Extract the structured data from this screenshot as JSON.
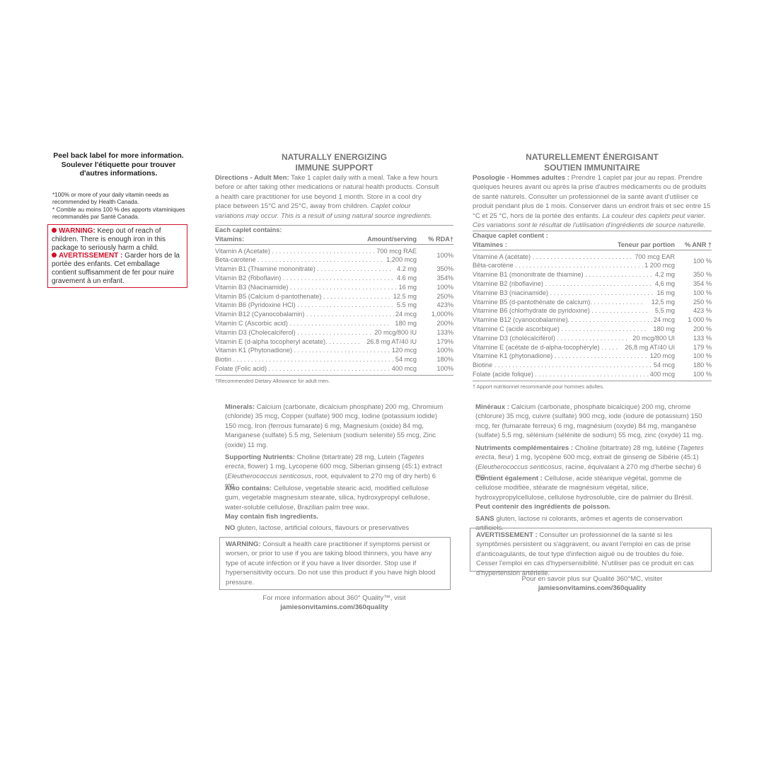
{
  "left": {
    "peel_en": "Peel back label for more information.",
    "peel_fr_1": "Soulever l'étiquette pour trouver",
    "peel_fr_2": "d'autres informations.",
    "note_en": "*100% or more of your daily vitamin needs as recommended by Health Canada.",
    "note_fr": "* Comble au moins 100 % des apports vitaminiques recommandés par Santé Canada.",
    "warning_label": "WARNING:",
    "warning_text": " Keep out of reach of children. There is enough iron in this package to seriously harm a child.",
    "avert_label": "AVERTISSEMENT :",
    "avert_text": " Garder hors de la portée des enfants. Cet emballage contient suffisamment de fer pour nuire gravement à un enfant."
  },
  "en": {
    "title_1": "NATURALLY ENERGIZING",
    "title_2": "IMMUNE SUPPORT",
    "directions_label": "Directions - Adult Men:",
    "directions_text": " Take 1 caplet daily with a meal. Take a few hours before or after taking other medications or natural health products. Consult a health care practitioner for use beyond 1 month. Store in a cool dry place between 15°C and 25°C, away from children. ",
    "directions_italic": "Caplet colour variations may occur. This is a result of using natural source ingredients.",
    "table_header": "Each caplet contains:",
    "col_vitamins": "Vitamins:",
    "col_amount": "Amount/serving",
    "col_pct": "% RDA†",
    "rows": [
      {
        "name": "Vitamin A (Acetate) . . . . . . . . . . . . . . . . . . . . . . . . . . . . . . .",
        "amount": "700 mcg RAE",
        "pct": ""
      },
      {
        "name": "Beta-carotene . . . . . . . . . . . . . . . . . . . . . . . . . . . . . . . . . . . . . .",
        "amount": "1,200 mcg",
        "pct": ""
      },
      {
        "name": "Vitamin B1 (Thiamine mononitrate) . . . . . . . . . . . . . . . . . . . . .",
        "amount": "4.2 mg",
        "pct": "350%"
      },
      {
        "name": "Vitamin B2 (Riboflavin) . . . . . . . . . . . . . . . . . . . . . . . . . . . . . . .",
        "amount": "4.6 mg",
        "pct": "354%"
      },
      {
        "name": "Vitamin B3 (Niacinamide) . . . . . . . . . . . . . . . . . . . . . . . . . . . . . .",
        "amount": "16 mg",
        "pct": "100%"
      },
      {
        "name": "Vitamin B5 (Calcium d-pantothenate) . . . . . . . . . . . . . . . . . . .",
        "amount": "12.5 mg",
        "pct": "250%"
      },
      {
        "name": "Vitamin B6 (Pyridoxine HCl) . . . . . . . . . . . . . . . . . . . . . . . . . . .",
        "amount": "5.5 mg",
        "pct": "423%"
      },
      {
        "name": "Vitamin B12 (Cyanocobalamin) . . . . . . . . . . . . . . . . . . . . . . . . .",
        "amount": "24 mcg",
        "pct": "1,000%"
      },
      {
        "name": "Vitamin C (Ascorbic acid) . . . . . . . . . . . . . . . . . . . . . . . . . . . .",
        "amount": "180 mg",
        "pct": "200%"
      },
      {
        "name": "Vitamin D3 (Cholecalciferol) . . . . . . . . . . . . . . . . . . . . . .",
        "amount": "20 mcg/800 IU",
        "pct": "133%"
      },
      {
        "name": "Vitamin E (d-alpha tocopheryl acetate). . . . . . . . . .",
        "amount": "26.8 mg AT/40 IU",
        "pct": "179%"
      },
      {
        "name": "Vitamin K1 (Phytonadione) . . . . . . . . . . . . . . . . . . . . . . . . . . . .",
        "amount": "120 mcg",
        "pct": "100%"
      },
      {
        "name": "Biotin . . . . . . . . . . . . . . . . . . . . . . . . . . . . . . . . . . . . . . . . . . . . . . . . .",
        "amount": "54 mcg",
        "pct": "180%"
      },
      {
        "name": "Folate (Folic acid) . . . . . . . . . . . . . . . . . . . . . . . . . . . . . . . . . . .",
        "amount": "400 mcg",
        "pct": "100%"
      }
    ],
    "vit_a_pct": "100%",
    "footnote": "†Recommended Dietary Allowance for adult men.",
    "minerals_label": "Minerals:",
    "minerals_text": " Calcium (carbonate, dicalcium phosphate) 200 mg, Chromium (chloride) 35 mcg, Copper (sulfate) 900 mcg, Iodine (potassium iodide) 150 mcg, Iron (ferrous fumarate) 6 mg, Magnesium (oxide) 84 mg, Manganese (sulfate) 5.5 mg, Selenium (sodium selenite) 55 mcg, Zinc (oxide) 11 mg.",
    "supporting_label": "Supporting Nutrients:",
    "supporting_text_1": " Choline (bitartrate) 28 mg, Lutein (",
    "supporting_italic_1": "Tagetes erecta",
    "supporting_text_2": ", flower) 1 mg, Lycopene 600 mcg, Siberian ginseng (45:1) extract (",
    "supporting_italic_2": "Eleutherococcus senticosus",
    "supporting_text_3": ", root, equivalent to 270 mg of dry herb) 6 mg.",
    "also_label": "Also contains:",
    "also_text": " Cellulose, vegetable stearic acid, modified cellulose gum, vegetable magnesium stearate, silica, hydroxypropyl cellulose, water-soluble cellulose, Brazilian palm tree wax.",
    "fish": "May contain fish ingredients.",
    "no_label": "NO",
    "no_text": " gluten, lactose, artificial colours, flavours or preservatives",
    "warn_label": "WARNING:",
    "warn_text": " Consult a health care practitioner if symptoms persist or worsen, or prior to use if you are taking blood thinners, you have any type of acute infection or if you have a liver disorder. Stop use if hypersensitivity occurs. Do not use this product if you have high blood pressure.",
    "more_1": "For more information about 360° Quality™, visit",
    "more_2": "jamiesonvitamins.com/360quality"
  },
  "fr": {
    "title_1": "NATURELLEMENT ÉNERGISANT",
    "title_2": "SOUTIEN IMMUNITAIRE",
    "directions_label": "Posologie - Hommes adultes :",
    "directions_text": " Prendre 1 caplet par jour au repas. Prendre quelques heures avant ou après la prise d'autres médicaments ou de produits de santé naturels. Consulter un professionnel de la santé avant d'utiliser ce produit pendant plus de 1 mois. Conserver dans un endroit frais et sec entre 15 °C et 25 °C, hors de la portée des enfants. ",
    "directions_italic": "La couleur des caplets peut varier. Ces variations sont le résultat de l'utilisation d'ingrédients de source naturelle.",
    "table_header": "Chaque caplet contient :",
    "col_vitamins": "Vitamines :",
    "col_amount": "Teneur par portion",
    "col_pct": "% ANR †",
    "rows": [
      {
        "name": "Vitamine A (acétate) . . . . . . . . . . . . . . . . . . . . . . . . . . . . . . . .",
        "amount": "700 mcg EAR",
        "pct": ""
      },
      {
        "name": "Bêta-carotène . . . . . . . . . . . . . . . . . . . . . . . . . . . . . . . . . . . . . . .",
        "amount": "1 200 mcg",
        "pct": ""
      },
      {
        "name": "Vitamine B1 (mononitrate de thiamine) . . . . . . . . . . . . . . . . . . .",
        "amount": "4,2 mg",
        "pct": "350 %"
      },
      {
        "name": "Vitamine B2 (riboflavine) . . . . . . . . . . . . . . . . . . . . . . . . . . . . . .",
        "amount": "4,6 mg",
        "pct": "354 %"
      },
      {
        "name": "Vitamine B3 (niacinamide) . . . . . . . . . . . . . . . . . . . . . . . . . . . . . .",
        "amount": "16 mg",
        "pct": "100 %"
      },
      {
        "name": "Vitamine B5 (d-pantothénate de calcium). . . . . . . . . . . . . . .",
        "amount": "12,5 mg",
        "pct": "250 %"
      },
      {
        "name": "Vitamine B6 (chlorhydrate de pyridoxine) . . . . . . . . . . . . . . . .",
        "amount": "5,5 mg",
        "pct": "423 %"
      },
      {
        "name": "Vitamine B12 (cyanocobalamine). . . . . . . . . . . . . . . . . . . . . . . .",
        "amount": "24 mcg",
        "pct": "1 000 %"
      },
      {
        "name": "Vitamine C (acide ascorbique) . . . . . . . . . . . . . . . . . . . . . . . .",
        "amount": "180 mg",
        "pct": "200 %"
      },
      {
        "name": "Vitamine D3 (cholécalciférol) . . . . . . . . . . . . . . . . . . . .",
        "amount": "20 mcg/800 UI",
        "pct": "133 %"
      },
      {
        "name": "Vitamine E (acétate de d-alpha-tocophéryle) . . . . .",
        "amount": "26,8 mg AT/40 UI",
        "pct": "179 %"
      },
      {
        "name": "Vitamine K1 (phytonadione) . . . . . . . . . . . . . . . . . . . . . . . . . . .",
        "amount": "120 mcg",
        "pct": "100 %"
      },
      {
        "name": "Biotine . . . . . . . . . . . . . . . . . . . . . . . . . . . . . . . . . . . . . . . . . . . . . . .",
        "amount": "54 mcg",
        "pct": "180 %"
      },
      {
        "name": "Folate (acide folique) . . . . . . . . . . . . . . . . . . . . . . . . . . . . . . . .",
        "amount": "400 mcg",
        "pct": "100 %"
      }
    ],
    "vit_a_pct": "100 %",
    "footnote": "† Apport nutritionnel recommandé pour hommes adultes.",
    "minerals_label": "Minéraux :",
    "minerals_text": " Calcium (carbonate, phosphate bicalcique) 200 mg, chrome (chlorure) 35 mcg, cuivre (sulfate) 900 mcg, iode (iodure de potassium) 150 mcg, fer (fumarate ferreux) 6 mg, magnésium (oxyde) 84 mg, manganèse (sulfate) 5,5 mg, sélénium (sélénite de sodium) 55 mcg, zinc (oxyde) 11 mg.",
    "supporting_label": "Nutriments complémentaires :",
    "supporting_text_1": " Choline (bitartrate) 28 mg, lutéine (",
    "supporting_italic_1": "Tagetes erecta",
    "supporting_text_2": ", fleur) 1 mg, lycopène 600 mcg, extrait de ginseng de Sibérie (45:1) (",
    "supporting_italic_2": "Eleutherococcus senticosus",
    "supporting_text_3": ", racine, équivalant à 270 mg d'herbe sèche) 6 mg.",
    "also_label": "Contient également :",
    "also_text": " Cellulose, acide stéarique végétal, gomme de cellulose modifiée, stéarate de magnésium végétal, silice, hydroxypropylcellulose, cellulose hydrosoluble, cire de palmier du Brésil.",
    "fish": "Peut contenir des ingrédients de poisson.",
    "no_label": "SANS",
    "no_text": " gluten, lactose ni colorants, arômes et agents de conservation artificiels.",
    "warn_label": "AVERTISSEMENT :",
    "warn_text": " Consulter un professionnel de la santé si les symptômes persistent ou s'aggravent, ou avant l'emploi en cas de prise d'anticoagulants, de tout type d'infection aiguë ou de troubles du foie. Cesser l'emploi en cas d'hypersensibilité. N'utiliser pas ce produit en cas d'hypertension artérielle.",
    "more_1": "Pour en savoir plus sur Qualité 360°MC, visiter",
    "more_2": "jamiesonvitamins.com/360quality"
  },
  "colors": {
    "warning_red": "#d0102a",
    "text_grey": "#777777"
  }
}
